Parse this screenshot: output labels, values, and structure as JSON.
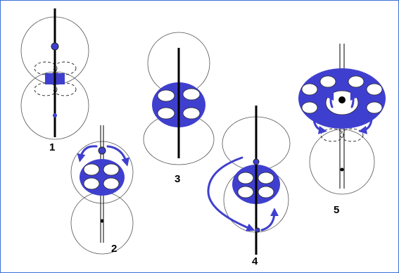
{
  "diagram": {
    "stage_labels": [
      "1",
      "2",
      "3",
      "4",
      "5"
    ],
    "colors": {
      "frame": "#3a6fd8",
      "tissue": "#3f3fcf",
      "outline": "#555555",
      "background": "#ffffff"
    }
  }
}
